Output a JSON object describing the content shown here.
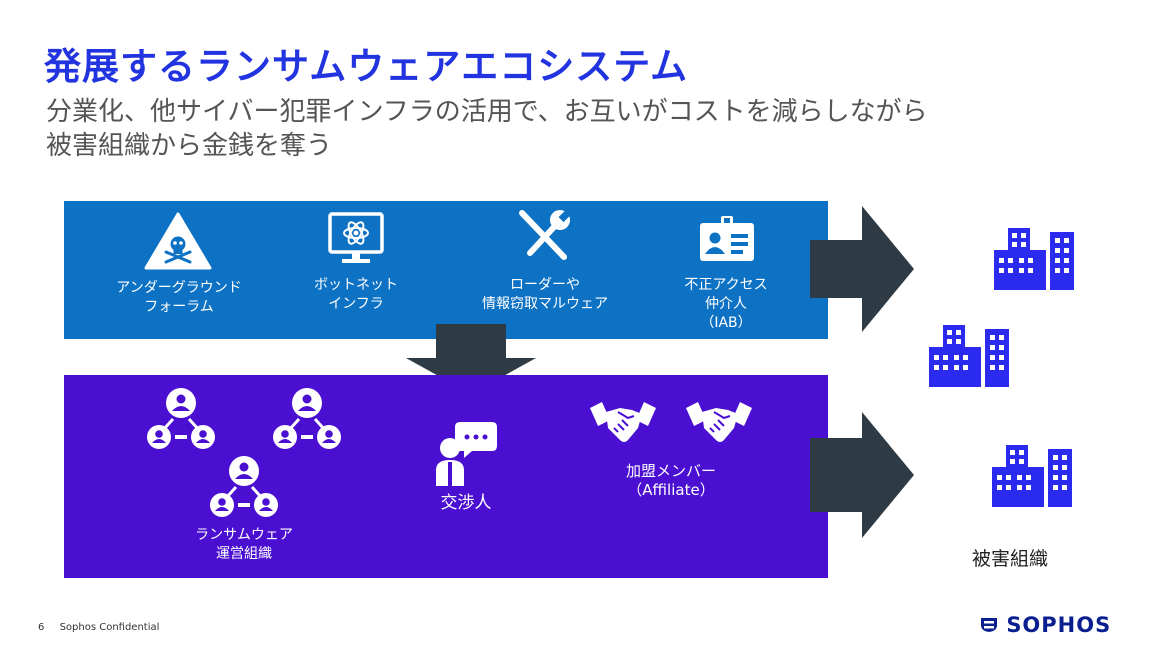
{
  "slide": {
    "title": "発展するランサムウェアエコシステム",
    "subtitle_line1": "分業化、他サイバー犯罪インフラの活用で、お互いがコストを減らしながら",
    "subtitle_line2": "被害組織から金銭を奪う"
  },
  "infra": {
    "forum": [
      "アンダーグラウンド",
      "フォーラム"
    ],
    "botnet": [
      "ボットネット",
      "インフラ"
    ],
    "loader": [
      "ローダーや",
      "情報窃取マルウェア"
    ],
    "iab": [
      "不正アクセス",
      "仲介人",
      "（IAB）"
    ]
  },
  "ops": {
    "operators": [
      "ランサムウェア",
      "運営組織"
    ],
    "negotiator": "交渉人",
    "affiliate": [
      "加盟メンバー",
      "（Affiliate）"
    ]
  },
  "victim": {
    "label": "被害組織"
  },
  "footer": {
    "page": "6",
    "text": "Sophos Confidential",
    "logo": "SOPHOS"
  },
  "colors": {
    "title": "#2233e0",
    "blue_band": "#0e72c4",
    "purple_band": "#4a0fd1",
    "arrow": "#2e3a44",
    "building": "#2b2bf0"
  },
  "icons": [
    "skull-warning-icon",
    "monitor-atom-icon",
    "tools-icon",
    "id-card-icon",
    "people-network-icon",
    "negotiator-icon",
    "handshake-icon",
    "building-icon"
  ]
}
